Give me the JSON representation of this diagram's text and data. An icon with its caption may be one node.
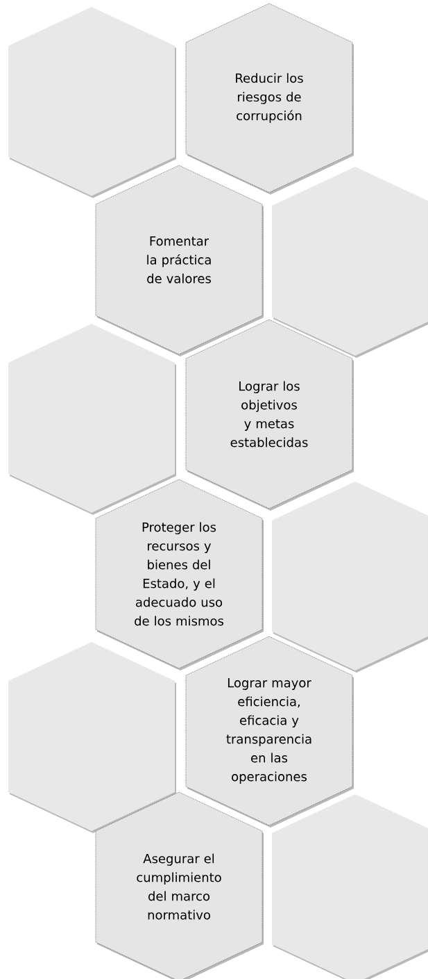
{
  "diagram": {
    "nodes": [
      {
        "text": [],
        "shape": "hexagon"
      },
      {
        "text": [
          "Reducir los riesgos de corrupción"
        ]
      },
      {
        "text": [
          "Fomentar la práctica de valores"
        ]
      },
      {
        "text": [],
        "shape": "hexagon"
      },
      {
        "text": [],
        "shape": "hexagon"
      },
      {
        "text": [
          "Lograr los objetivos y metas establecidas"
        ]
      },
      {
        "text": [
          "Proteger los recursos y bienes del Estado, y el adecuado uso de los mismos"
        ]
      },
      {
        "text": [],
        "shape": "hexagon"
      },
      {
        "text": [],
        "shape": "hexagon"
      },
      {
        "text": [
          "Lograr mayor eficiencia, eficacia y transparencia en las operaciones"
        ]
      },
      {
        "text": [
          "Asegurar el cumplimiento del marco normativo"
        ]
      },
      {
        "text": [],
        "shape": "hexagon"
      }
    ]
  }
}
